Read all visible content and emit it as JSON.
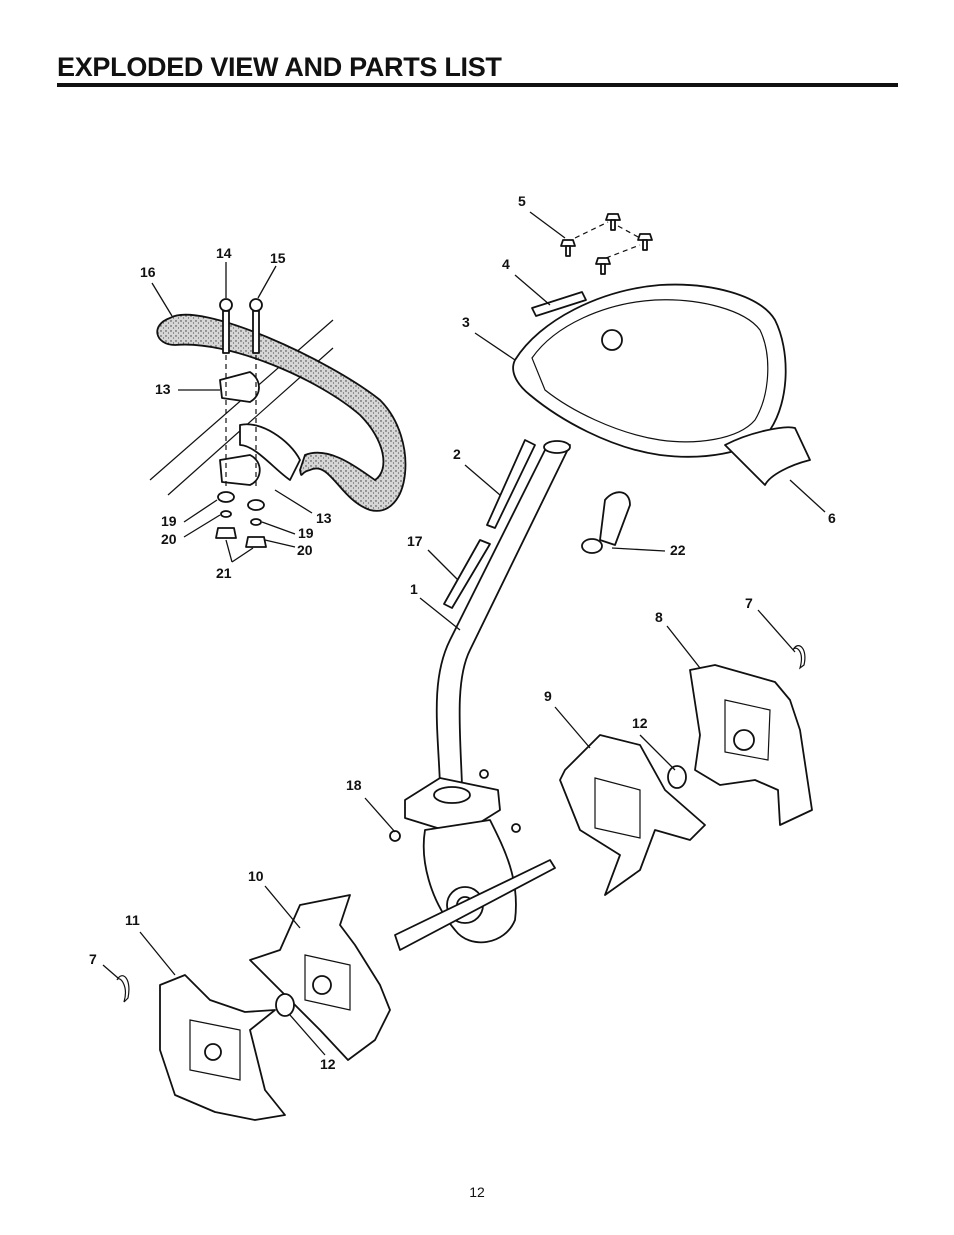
{
  "header": {
    "title": "EXPLODED VIEW AND PARTS LIST"
  },
  "footer": {
    "page_number": "12"
  },
  "callouts": {
    "c1": "1",
    "c2": "2",
    "c3": "3",
    "c4": "4",
    "c5": "5",
    "c6": "6",
    "c7a": "7",
    "c7b": "7",
    "c8": "8",
    "c9": "9",
    "c10": "10",
    "c11": "11",
    "c12a": "12",
    "c12b": "12",
    "c13a": "13",
    "c13b": "13",
    "c14": "14",
    "c15": "15",
    "c16": "16",
    "c17": "17",
    "c18": "18",
    "c19a": "19",
    "c19b": "19",
    "c20a": "20",
    "c20b": "20",
    "c21": "21",
    "c22": "22"
  },
  "colors": {
    "ink": "#111111",
    "foam": "#cfcfcf",
    "paper": "#ffffff"
  }
}
